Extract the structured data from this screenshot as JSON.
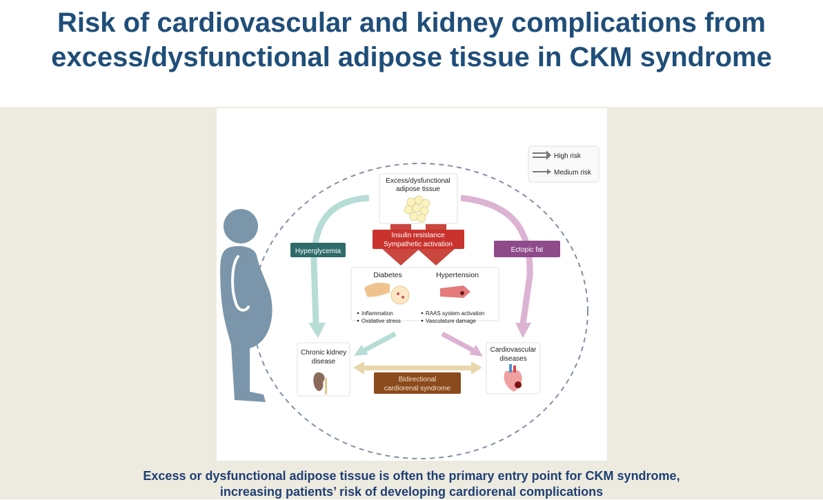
{
  "title": {
    "line1": "Risk of cardiovascular and kidney complications from",
    "line2": "excess/dysfunctional adipose tissue in CKM syndrome"
  },
  "figure": {
    "legend": {
      "high": "High risk",
      "medium": "Medium risk"
    },
    "adipose": {
      "line1": "Excess/dysfunctional",
      "line2": "adipose tissue"
    },
    "mechanism": {
      "line1": "Insulin resistance",
      "line2": "Sympathetic activation"
    },
    "hyperglycemia": "Hyperglycemia",
    "ectopic_fat": "Ectopic fat",
    "diabetes": {
      "title": "Diabetes",
      "bullets": [
        "Inflammation",
        "Oxidative stress"
      ]
    },
    "hypertension": {
      "title": "Hypertension",
      "bullets": [
        "RAAS system activation",
        "Vasculature damage"
      ]
    },
    "ckd": {
      "line1": "Chronic kidney",
      "line2": "disease"
    },
    "cvd": {
      "line1": "Cardiovascular",
      "line2": "diseases"
    },
    "cardiorenal": {
      "line1": "Bidirectional",
      "line2": "cardiorenal syndrome"
    },
    "colors": {
      "hyperglycemia": "#2f6b6b",
      "ectopic": "#8e4a8a",
      "mechanism": "#c9332e",
      "cardiorenal": "#8b4a1c",
      "silhouette": "#7a95a8"
    }
  },
  "caption": {
    "line1": "Excess or dysfunctional adipose tissue is often the primary entry point for CKM syndrome,",
    "line2": "increasing patients’ risk of developing cardiorenal complications"
  }
}
